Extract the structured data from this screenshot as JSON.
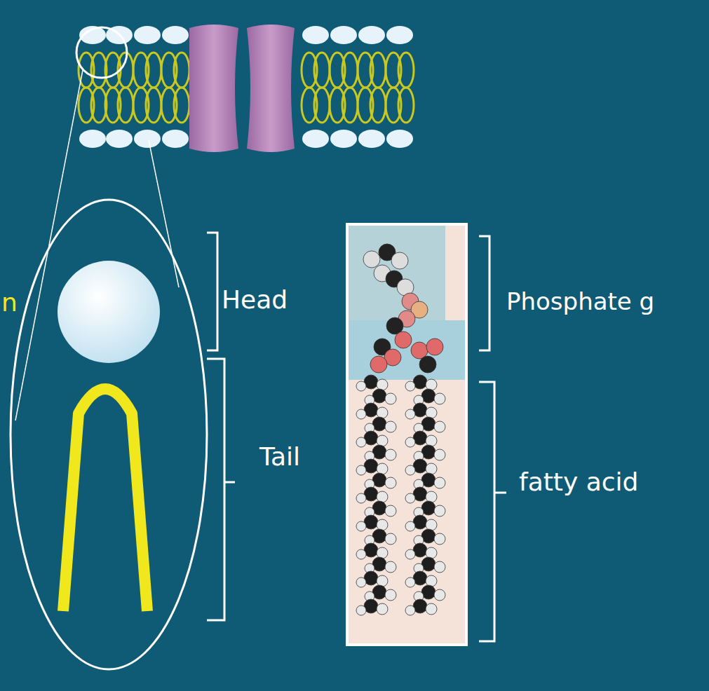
{
  "diagram": {
    "labels": [
      "n",
      "Head",
      "Tail",
      "Phosphate g",
      "fatty acid"
    ]
  }
}
